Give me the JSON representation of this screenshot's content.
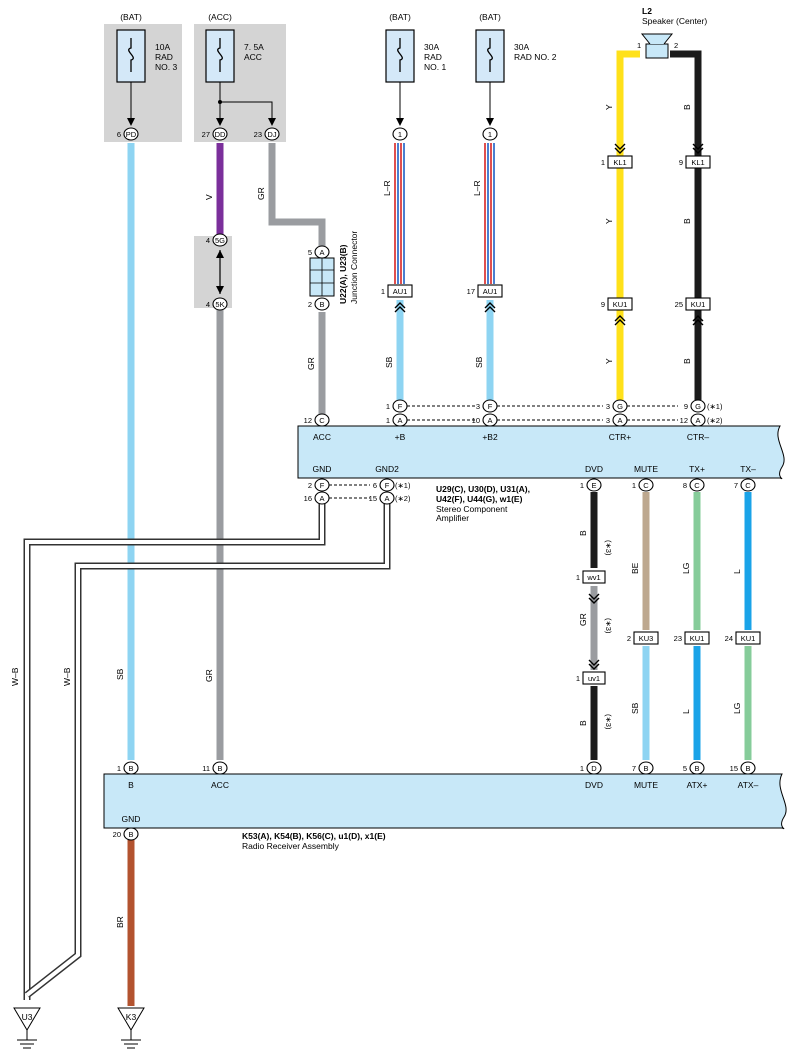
{
  "colors": {
    "SB": "#8ed4f2",
    "GR": "#9a9ca0",
    "V": "#7b2f9b",
    "Y": "#ffe11a",
    "B": "#1b1b1b",
    "BE": "#bda88f",
    "LG": "#86cc9a",
    "L": "#1aa3e8",
    "BR": "#b3532f",
    "L-R": "#6f9fd8",
    "W-B": "#ffffff",
    "component_fill": "#c8e8f8",
    "shade": "#d4d4d4"
  },
  "fuses": [
    {
      "id": "rad3",
      "source": "(BAT)",
      "line1": "10A",
      "line2": "RAD",
      "line3": "NO. 3"
    },
    {
      "id": "acc",
      "source": "(ACC)",
      "line1": "7. 5A",
      "line2": "ACC",
      "line3": ""
    },
    {
      "id": "rad1",
      "source": "(BAT)",
      "line1": "30A",
      "line2": "RAD",
      "line3": "NO. 1"
    },
    {
      "id": "rad2",
      "source": "(BAT)",
      "line1": "30A",
      "line2": "RAD NO. 2",
      "line3": ""
    }
  ],
  "speaker": {
    "ref": "L2",
    "name": "Speaker (Center)",
    "pin1": "1",
    "pin2": "2"
  },
  "junction": {
    "code": "U22(A), U23(B)",
    "name": "Junction Connector"
  },
  "amplifier": {
    "codes_line1": "U29(C), U30(D), U31(A),",
    "codes_line2": "U42(F), U44(G), w1(E)",
    "name_line1": "Stereo Component",
    "name_line2": "Amplifier",
    "labels": {
      "acc": "ACC",
      "b": "+B",
      "b2": "+B2",
      "ctrp": "CTR+",
      "ctrm": "CTR–",
      "gnd": "GND",
      "gnd2": "GND2",
      "dvd": "DVD",
      "mute": "MUTE",
      "txp": "TX+",
      "txm": "TX–"
    },
    "notes": {
      "n1": "(∗1)",
      "n2": "(∗2)",
      "n3": "(∗3)"
    }
  },
  "receiver": {
    "codes": "K53(A), K54(B), K56(C), u1(D), x1(E)",
    "name": "Radio Receiver Assembly",
    "labels": {
      "b": "B",
      "acc": "ACC",
      "dvd": "DVD",
      "mute": "MUTE",
      "atxp": "ATX+",
      "atxm": "ATX–",
      "gnd": "GND"
    }
  },
  "grounds": [
    {
      "id": "U3"
    },
    {
      "id": "K3"
    }
  ],
  "connectors": [
    {
      "id": "PD",
      "pin": "6"
    },
    {
      "id": "DD",
      "pin": "27"
    },
    {
      "id": "DJ",
      "pin": "23"
    },
    {
      "id": "5G",
      "pin": "4"
    },
    {
      "id": "5K",
      "pin": "4"
    },
    {
      "id": "JA",
      "text": "A",
      "pin": "5"
    },
    {
      "id": "JB",
      "text": "B",
      "pin": "2"
    },
    {
      "id": "AU1a",
      "text": "AU1",
      "pin": "1"
    },
    {
      "id": "AU1b",
      "text": "AU1",
      "pin": "17"
    },
    {
      "id": "KL1a",
      "text": "KL1",
      "pin": "1"
    },
    {
      "id": "KL1b",
      "text": "KL1",
      "pin": "9"
    },
    {
      "id": "KU1a",
      "text": "KU1",
      "pin": "9"
    },
    {
      "id": "KU1b",
      "text": "KU1",
      "pin": "25"
    },
    {
      "id": "wv1",
      "text": "wv1",
      "pin": "1"
    },
    {
      "id": "uv1",
      "text": "uv1",
      "pin": "1"
    },
    {
      "id": "KU3",
      "text": "KU3",
      "pin": "2"
    },
    {
      "id": "KU1c",
      "text": "KU1",
      "pin": "23"
    },
    {
      "id": "KU1d",
      "text": "KU1",
      "pin": "24"
    }
  ],
  "amp_top_pins": [
    {
      "id": "accC",
      "letter": "C",
      "pin": "12"
    },
    {
      "id": "bF",
      "letter": "F",
      "pin": "1"
    },
    {
      "id": "bA",
      "letter": "A",
      "pin": "1"
    },
    {
      "id": "b2F",
      "letter": "F",
      "pin": "3"
    },
    {
      "id": "b2A",
      "letter": "A",
      "pin": "10"
    },
    {
      "id": "ctrpG",
      "letter": "G",
      "pin": "3"
    },
    {
      "id": "ctrpA",
      "letter": "A",
      "pin": "3"
    },
    {
      "id": "ctrmG",
      "letter": "G",
      "pin": "9"
    },
    {
      "id": "ctrmA",
      "letter": "A",
      "pin": "12"
    }
  ],
  "amp_bottom_pins": [
    {
      "id": "gndF",
      "letter": "F",
      "pin": "2"
    },
    {
      "id": "gndA",
      "letter": "A",
      "pin": "16"
    },
    {
      "id": "gnd2F",
      "letter": "F",
      "pin": "6"
    },
    {
      "id": "gnd2A",
      "letter": "A",
      "pin": "15"
    },
    {
      "id": "dvdE",
      "letter": "E",
      "pin": "1"
    },
    {
      "id": "muteC",
      "letter": "C",
      "pin": "1"
    },
    {
      "id": "txpC",
      "letter": "C",
      "pin": "8"
    },
    {
      "id": "txmC",
      "letter": "C",
      "pin": "7"
    }
  ],
  "recv_pins": [
    {
      "id": "rB",
      "letter": "B",
      "pin": "1"
    },
    {
      "id": "rAcc",
      "letter": "B",
      "pin": "11"
    },
    {
      "id": "rDvd",
      "letter": "D",
      "pin": "1"
    },
    {
      "id": "rMute",
      "letter": "B",
      "pin": "7"
    },
    {
      "id": "rAtxp",
      "letter": "B",
      "pin": "5"
    },
    {
      "id": "rAtxm",
      "letter": "B",
      "pin": "15"
    },
    {
      "id": "rGnd",
      "letter": "B",
      "pin": "20"
    }
  ],
  "wire_labels": {
    "SB": "SB",
    "GR": "GR",
    "V": "V",
    "LR": "L–R",
    "Y": "Y",
    "B": "B",
    "BE": "BE",
    "LG": "LG",
    "L": "L",
    "BR": "BR",
    "WB": "W–B"
  }
}
